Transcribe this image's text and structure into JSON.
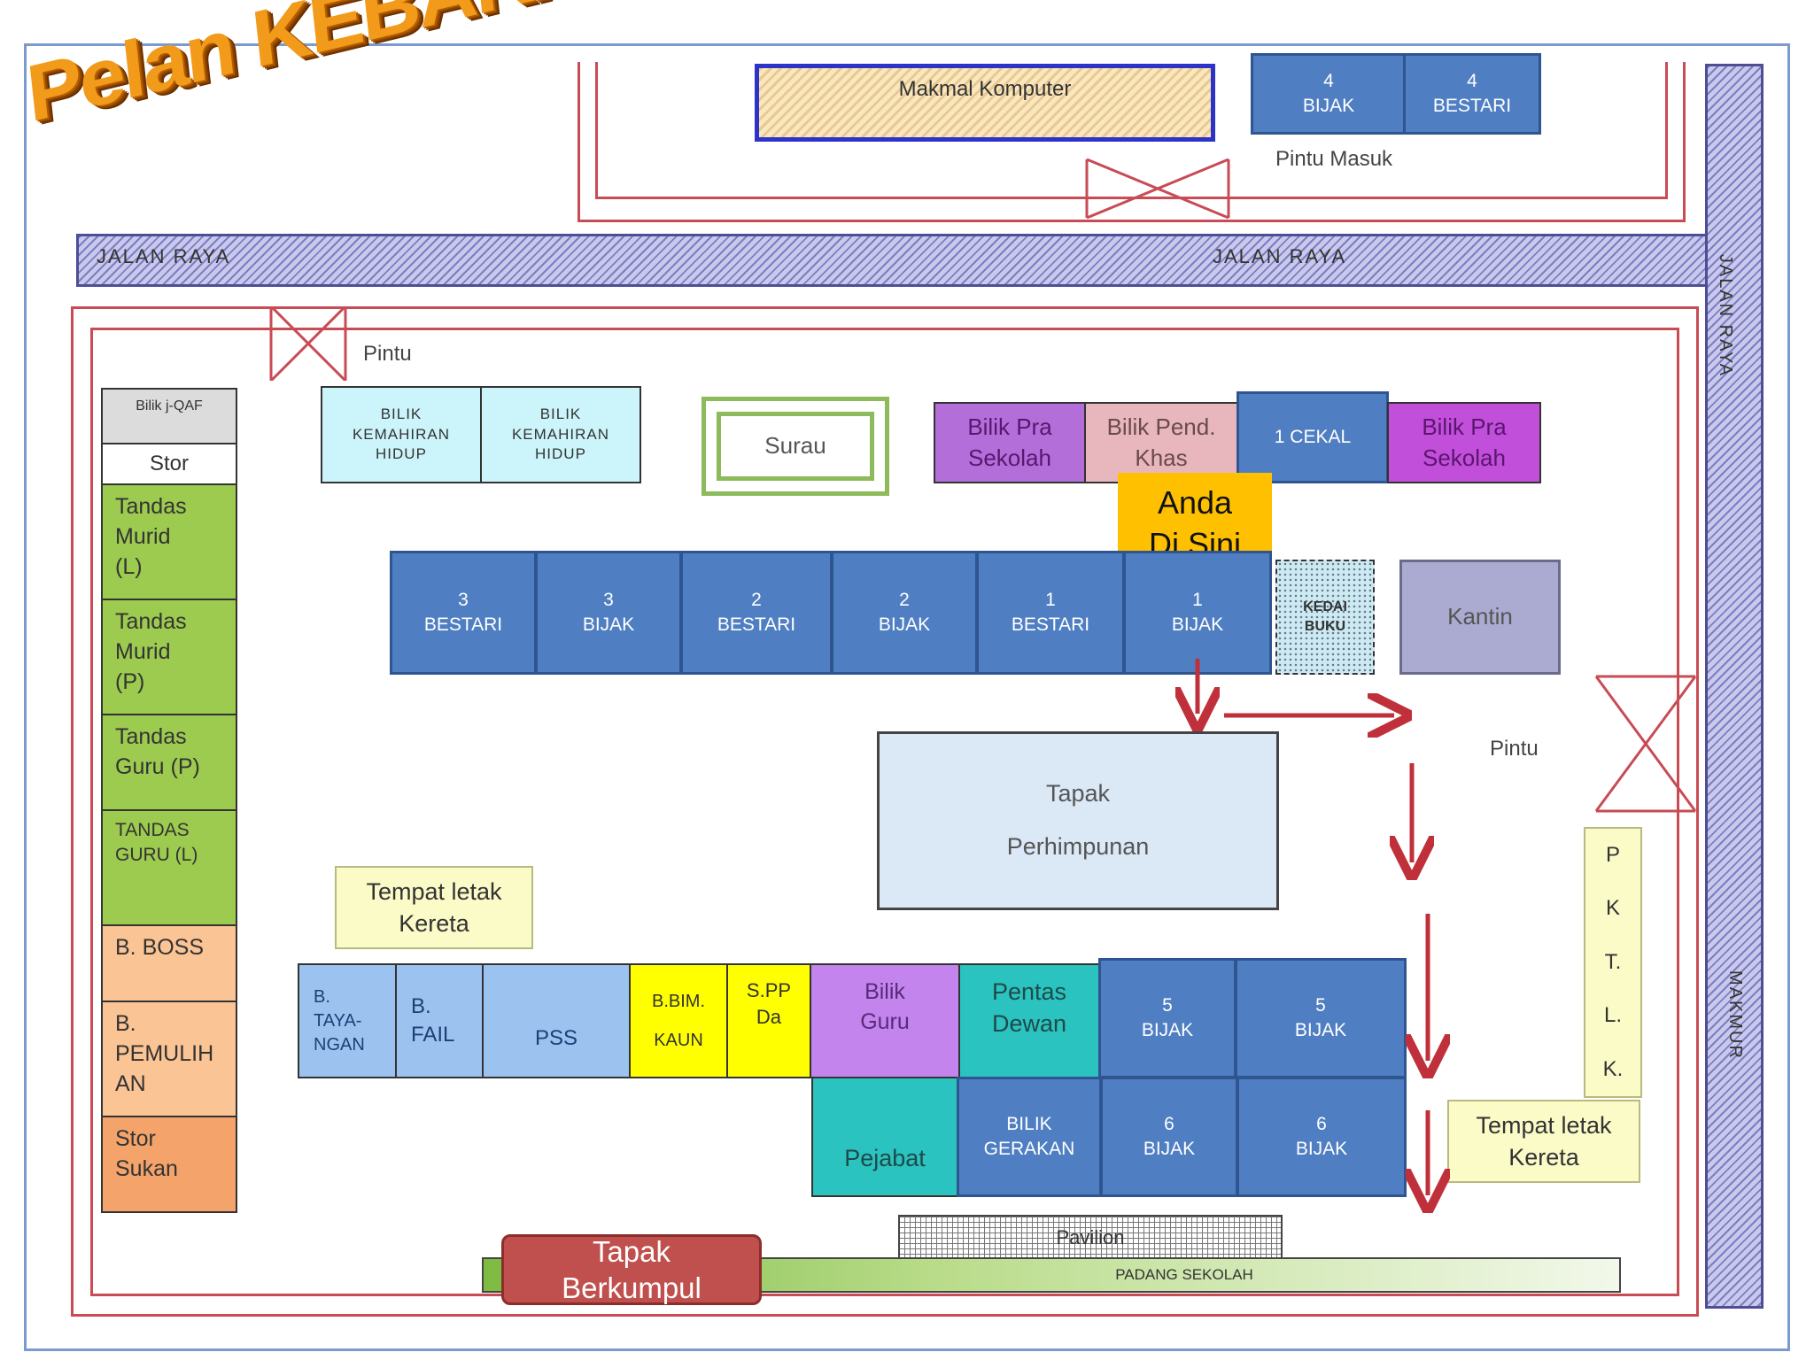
{
  "title": "Pelan KEBAKARAN",
  "road_top_left": "JALAN RAYA",
  "road_top_right": "JALAN RAYA",
  "road_right_top": "JALAN RAYA",
  "road_right_bottom": "MAKMUR",
  "labels": {
    "pintu_top": "Pintu",
    "pintu_masuk": "Pintu Masuk",
    "pintu_right": "Pintu"
  },
  "rooms": {
    "makmal_komputer": "Makmal Komputer",
    "four_bijak": "4\nBIJAK",
    "four_bestari": "4\nBESTARI",
    "bilik_jqaf": "Bilik j-QAF",
    "stor": "Stor",
    "tandas_murid_l": "Tandas\nMurid\n(L)",
    "tandas_murid_p": "Tandas\nMurid\n(P)",
    "tandas_guru_p": "Tandas\nGuru (P)",
    "tandas_guru_l": "TANDAS\nGURU (L)",
    "b_boss": "B. BOSS",
    "b_pemulihan": "B.\nPEMULIH\nAN",
    "stor_sukan": "Stor\nSukan",
    "kemahiran_1": "BILIK\nKEMAHIRAN\nHIDUP",
    "kemahiran_2": "BILIK\nKEMAHIRAN\nHIDUP",
    "surau": "Surau",
    "pra_sekolah_1": "Bilik Pra\nSekolah",
    "pend_khas": "Bilik Pend.\nKhas",
    "one_cekal": "1 CEKAL",
    "pra_sekolah_2": "Bilik Pra\nSekolah",
    "anda_di_sini": "Anda\nDi Sini",
    "three_bestari": "3\nBESTARI",
    "three_bijak": "3\nBIJAK",
    "two_bestari": "2\nBESTARI",
    "two_bijak": "2\nBIJAK",
    "one_bestari": "1\nBESTARI",
    "one_bijak": "1\nBIJAK",
    "kedai_buku": "KEDAI\nBUKU",
    "kantin": "Kantin",
    "tapak_perhimpunan": "Tapak\n\nPerhimpunan",
    "tempat_kereta_1": "Tempat letak\nKereta",
    "pkt_p": "P",
    "pkt_k1": "K",
    "pkt_t": "T.",
    "pkt_l": "L.",
    "pkt_k2": "K.",
    "b_tayangan": "B.\nTAYA-\nNGAN",
    "b_fail": "B.\nFAIL",
    "pss": "PSS",
    "b_bim": "B.BIM.\n\nKAUN",
    "spp": "S.PP\nDa",
    "bilik_guru": "Bilik\nGuru",
    "pentas_dewan": "Pentas\nDewan",
    "five_bijak_1": "5\nBIJAK",
    "five_bijak_2": "5\nBIJAK",
    "pejabat": "Pejabat",
    "bilik_gerakan": "BILIK\nGERAKAN",
    "six_bijak_1": "6\nBIJAK",
    "six_bijak_2": "6\nBIJAK",
    "tempat_kereta_2": "Tempat letak\nKereta",
    "pavilion": "Pavilion",
    "padang_sekolah": "PADANG SEKOLAH",
    "tapak_berkumpul": "Tapak\nBerkumpul"
  },
  "colors": {
    "classroom_blue": "#4f7fc2",
    "exit_path": "#c0303a",
    "anda_di_sini": "#ffc000",
    "tapak_berkumpul": "#c0504d",
    "title_orange": "#e8860c"
  }
}
